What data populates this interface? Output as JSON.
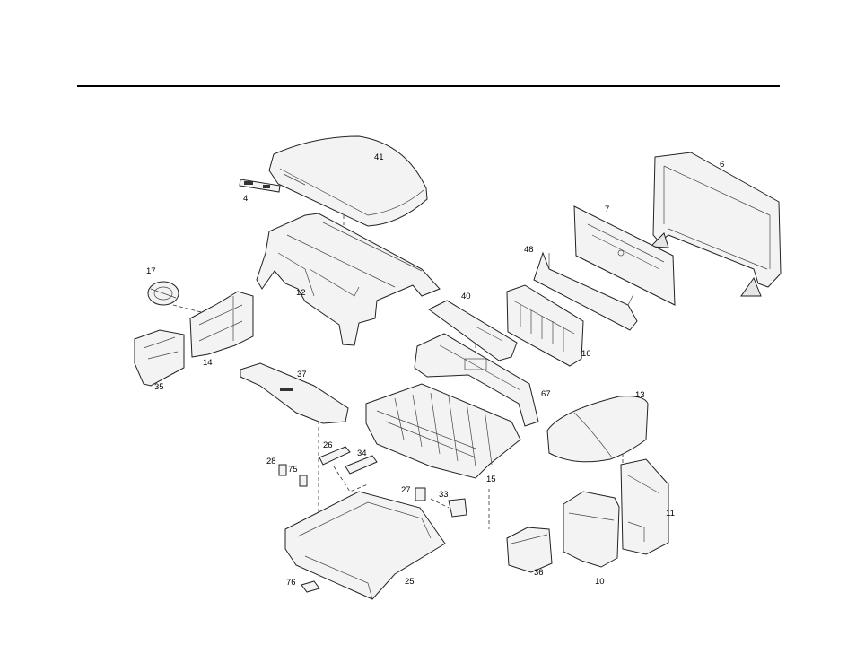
{
  "diagram": {
    "labels": {
      "p41": "41",
      "p4": "4",
      "p6": "6",
      "p7": "7",
      "p48": "48",
      "p17": "17",
      "p12": "12",
      "p40": "40",
      "p14": "14",
      "p16": "16",
      "p35": "35",
      "p37": "37",
      "p67": "67",
      "p13": "13",
      "p15": "15",
      "p26": "26",
      "p34": "34",
      "p28": "28",
      "p75": "75",
      "p27": "27",
      "p33": "33",
      "p11": "11",
      "p36": "36",
      "p25": "25",
      "p10": "10",
      "p76": "76"
    }
  }
}
